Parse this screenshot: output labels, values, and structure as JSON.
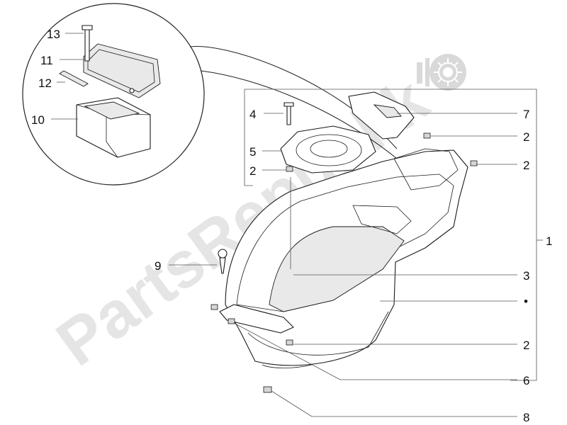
{
  "watermark": {
    "text": "PartsRepublik",
    "icon": "gear-icon",
    "color": "#d9d9d9"
  },
  "callouts": {
    "c13": "13",
    "c11": "11",
    "c12": "12",
    "c10": "10",
    "c4": "4",
    "c5": "5",
    "c2a": "2",
    "c7": "7",
    "c2b": "2",
    "c2c": "2",
    "c1": "1",
    "c9": "9",
    "c3": "3",
    "bullet": "•",
    "c2d": "2",
    "c6": "6",
    "c8": "8"
  }
}
